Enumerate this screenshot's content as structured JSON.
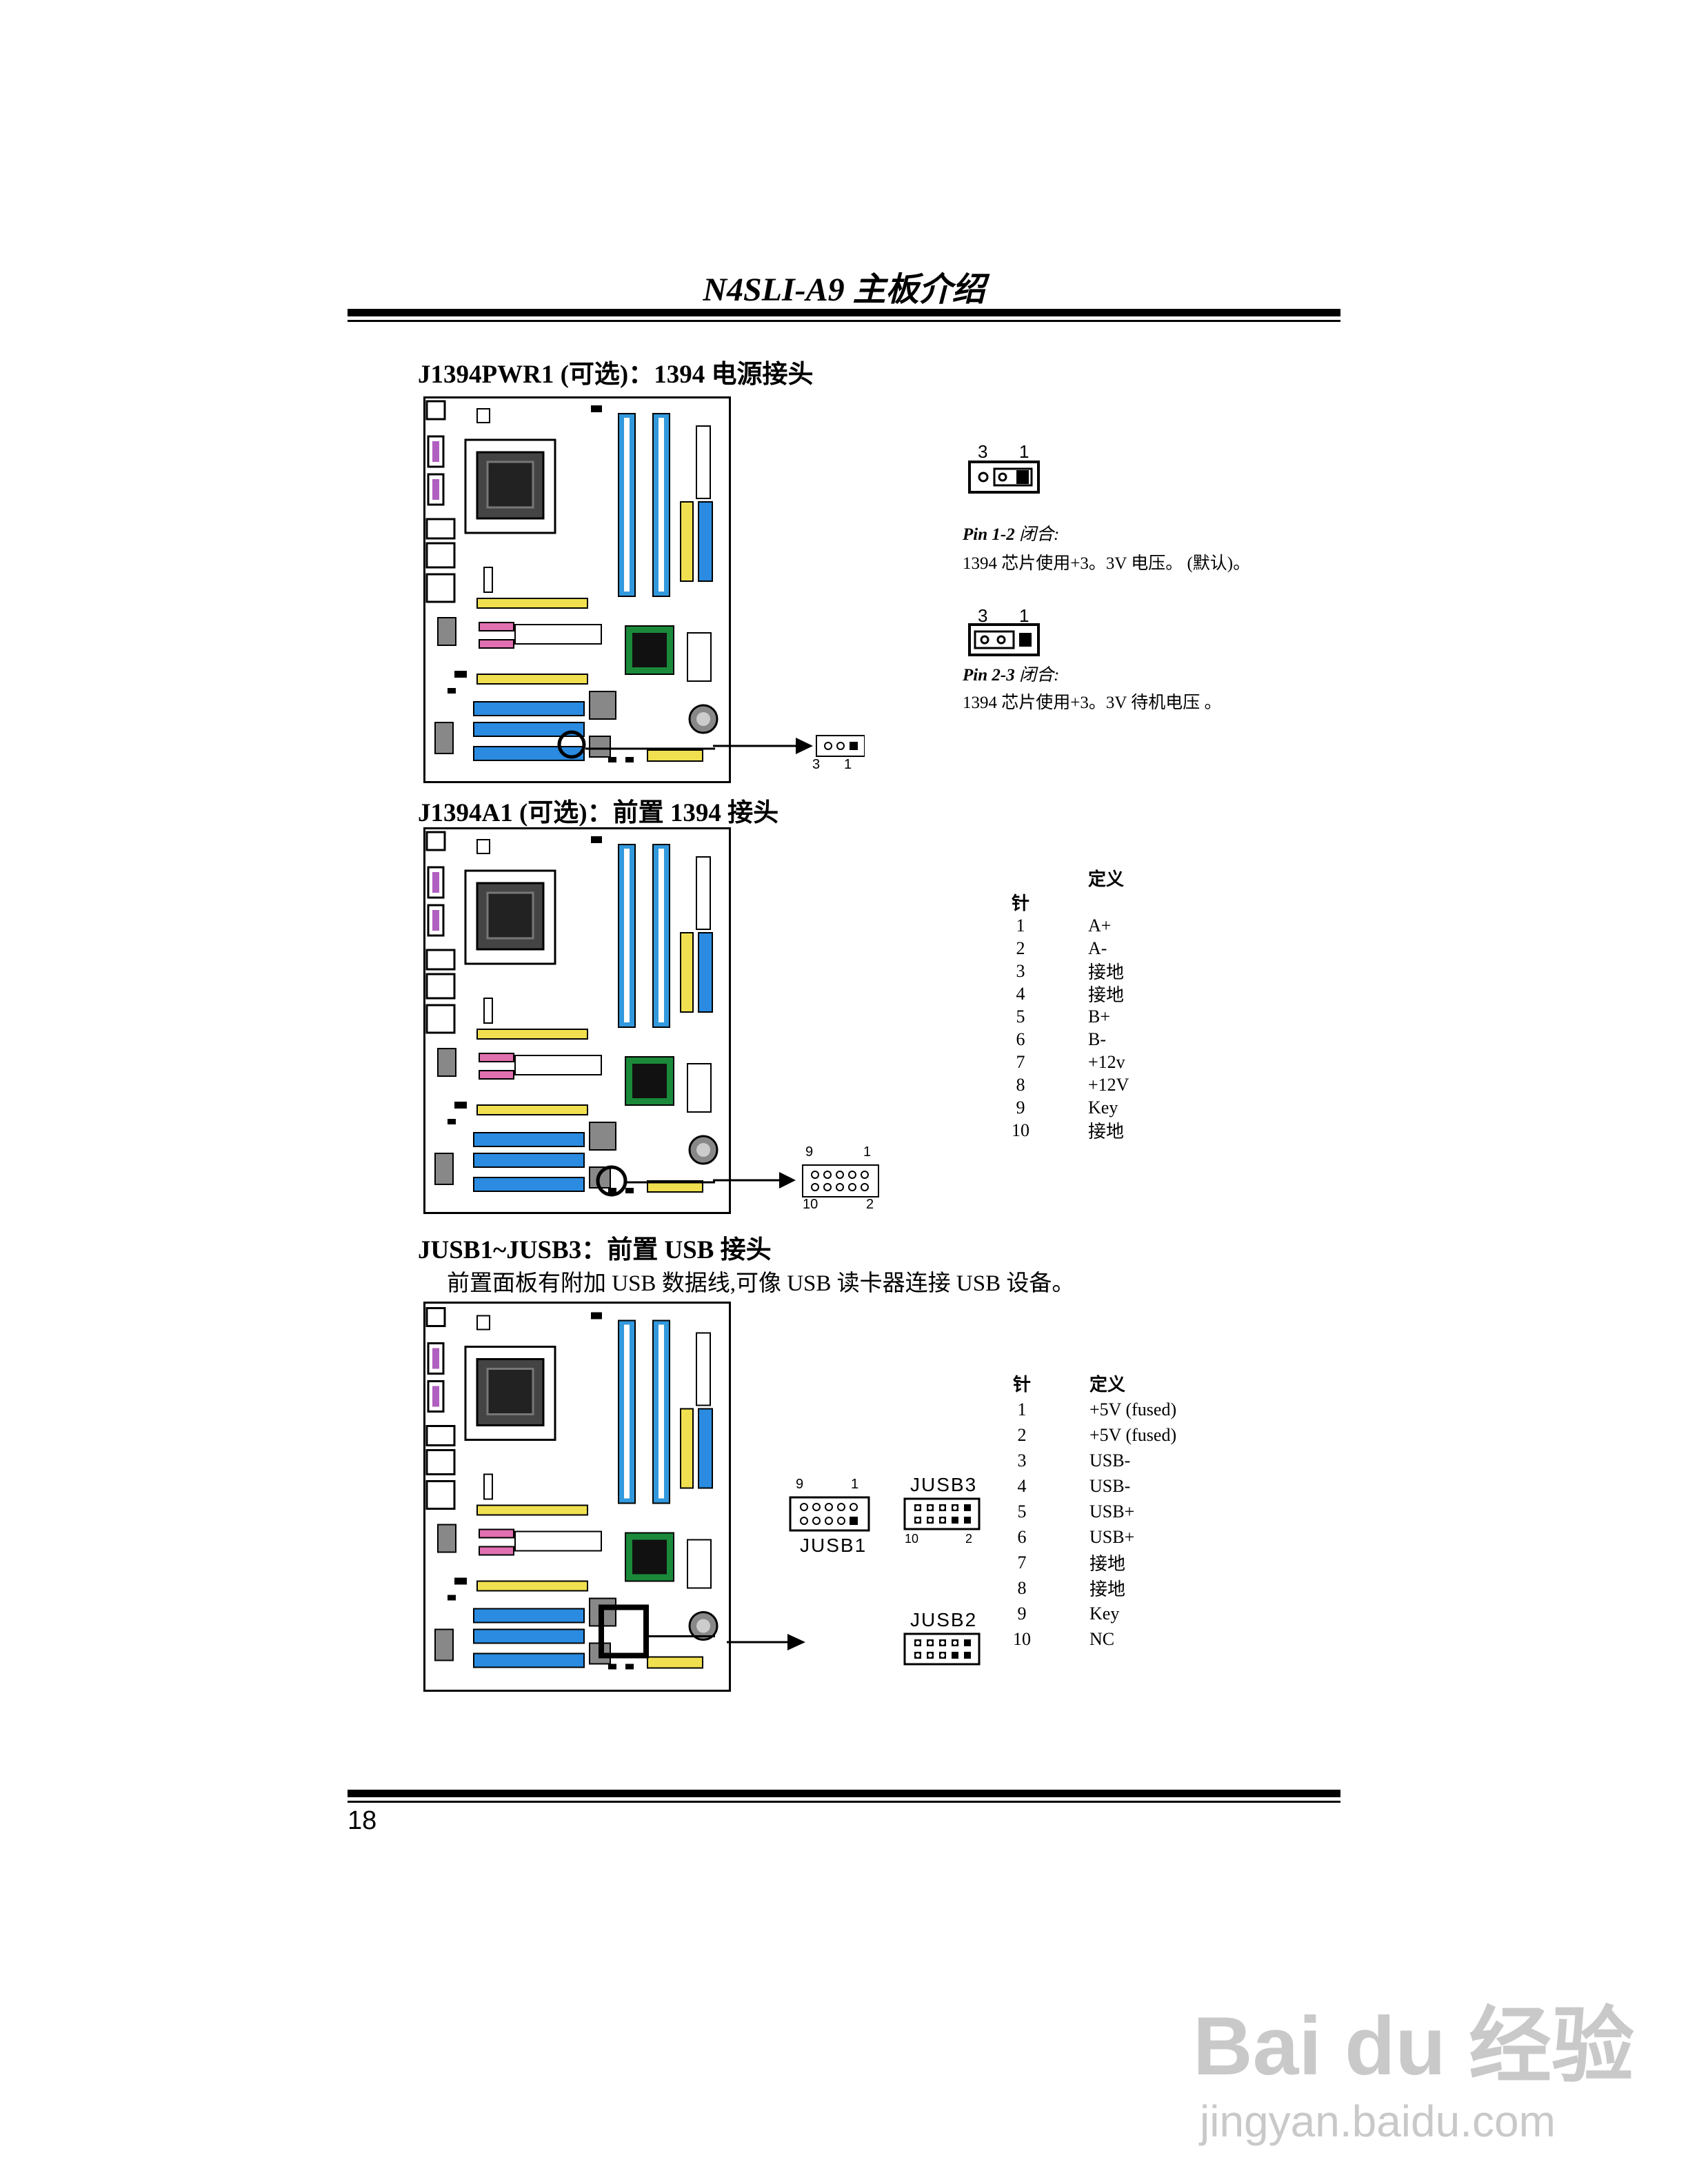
{
  "header": {
    "title": "N4SLI-A9 主板介绍"
  },
  "section1": {
    "heading": "J1394PWR1 (可选)：1394 电源接头",
    "pin_labels": {
      "left": "3",
      "right": "1"
    },
    "options": [
      {
        "pins": "Pin 1-2",
        "state": "闭合:",
        "desc": "1394 芯片使用+3。3V 电压。 (默认)。"
      },
      {
        "pins": "Pin 2-3",
        "state": "闭合:",
        "desc": "1394 芯片使用+3。3V 待机电压 。"
      }
    ]
  },
  "section2": {
    "heading": "J1394A1 (可选)：前置 1394 接头",
    "connector_labels": {
      "top_left": "9",
      "top_right": "1",
      "bottom_left": "10",
      "bottom_right": "2"
    },
    "table": {
      "col_pin": "针",
      "col_def": "定义",
      "rows": [
        {
          "pin": "1",
          "def": "A+"
        },
        {
          "pin": "2",
          "def": "A-"
        },
        {
          "pin": "3",
          "def": "接地"
        },
        {
          "pin": "4",
          "def": "接地"
        },
        {
          "pin": "5",
          "def": "B+"
        },
        {
          "pin": "6",
          "def": "B-"
        },
        {
          "pin": "7",
          "def": "+12v"
        },
        {
          "pin": "8",
          "def": "+12V"
        },
        {
          "pin": "9",
          "def": "Key"
        },
        {
          "pin": "10",
          "def": "接地"
        }
      ]
    }
  },
  "section3": {
    "heading": "JUSB1~JUSB3：前置 USB 接头",
    "description": "前置面板有附加 USB 数据线,可像 USB 读卡器连接 USB 设备。",
    "connectors": {
      "jusb1": "JUSB1",
      "jusb2": "JUSB2",
      "jusb3": "JUSB3",
      "pin9": "9",
      "pin1": "1",
      "pin10": "10",
      "pin2": "2"
    },
    "table": {
      "col_pin": "针",
      "col_def": "定义",
      "rows": [
        {
          "pin": "1",
          "def": "+5V (fused)"
        },
        {
          "pin": "2",
          "def": "+5V (fused)"
        },
        {
          "pin": "3",
          "def": "USB-"
        },
        {
          "pin": "4",
          "def": "USB-"
        },
        {
          "pin": "5",
          "def": "USB+"
        },
        {
          "pin": "6",
          "def": "USB+"
        },
        {
          "pin": "7",
          "def": "接地"
        },
        {
          "pin": "8",
          "def": "接地"
        },
        {
          "pin": "9",
          "def": "Key"
        },
        {
          "pin": "10",
          "def": "NC"
        }
      ]
    }
  },
  "footer": {
    "page_number": "18"
  },
  "watermark": {
    "brand": "Bai du 经验",
    "url": "jingyan.baidu.com"
  },
  "colors": {
    "dimm_blue": "#3399dd",
    "pci_yellow": "#f0e050",
    "pink": "#e070b0",
    "chip_green": "#1a8a3a",
    "pcie_blue": "#2a8be0"
  }
}
